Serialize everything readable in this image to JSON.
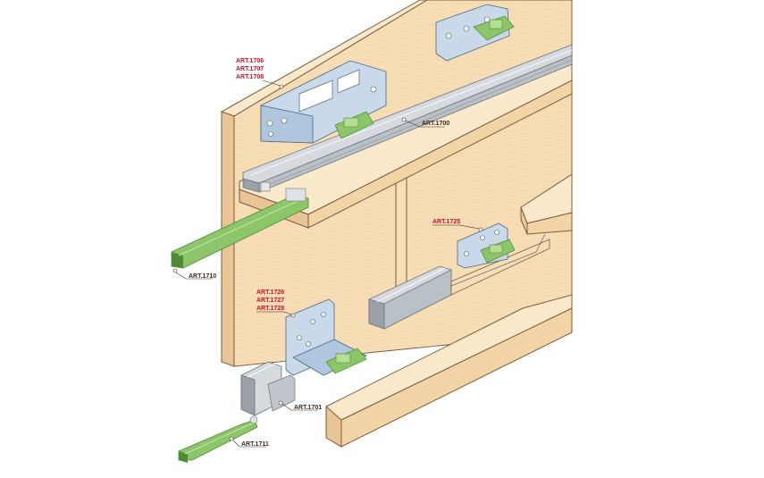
{
  "colors": {
    "wood_front": "#f7ddb5",
    "wood_top": "#fbe9cc",
    "wood_side": "#e9c596",
    "wood_edge": "#7a5a3c",
    "metal": "#c9d9ea",
    "metal_dark": "#8fa6bd",
    "rail": "#d6dadf",
    "rail_dark": "#9aa1a8",
    "green": "#8cc56a",
    "green_dark": "#4d8a33",
    "label_black": "#3a2a1e",
    "label_red": "#c8102e"
  },
  "labels": {
    "a1706": "ART.1706",
    "a1707": "ART.1707",
    "a1708": "ART.1708",
    "a1700": "ART.1700",
    "a1710": "ART.1710",
    "a1725": "ART.1725",
    "a1726": "ART.1726",
    "a1727": "ART.1727",
    "a1728": "ART.1728",
    "a1701": "ART.1701",
    "a1711": "ART.1711"
  }
}
